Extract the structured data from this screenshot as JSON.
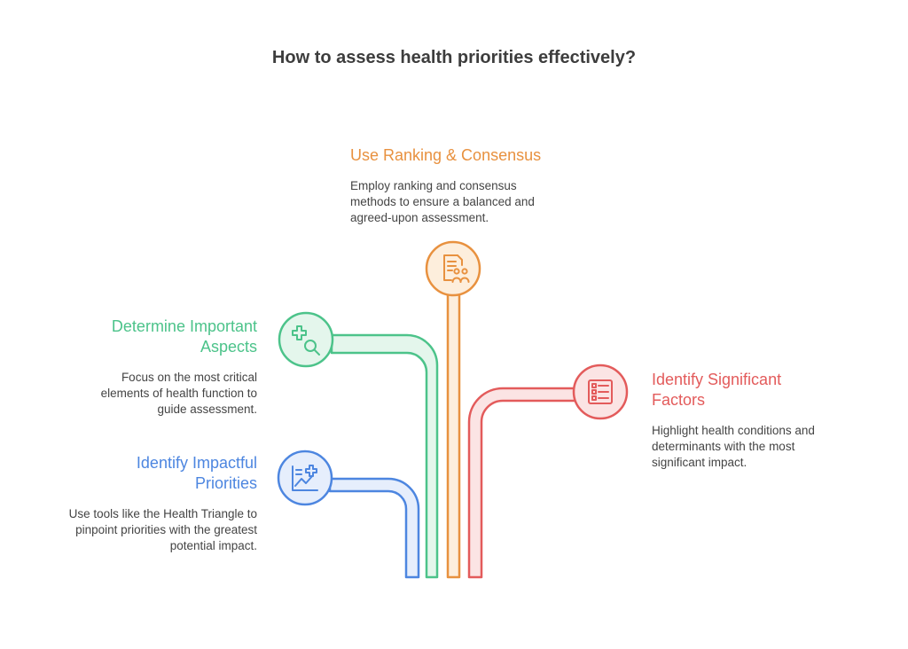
{
  "title": "How to assess health priorities effectively?",
  "colors": {
    "ranking": "#e8913f",
    "aspects": "#4cc38a",
    "factors": "#e35b5b",
    "priorities": "#4d86e0"
  },
  "items": [
    {
      "heading": "Use Ranking & Consensus",
      "description": "Employ ranking and consensus methods to ensure a balanced and agreed-upon assessment.",
      "icon": "document-people-icon"
    },
    {
      "heading": "Determine Important Aspects",
      "description": "Focus on the most critical elements of health function to guide assessment.",
      "icon": "health-search-icon"
    },
    {
      "heading": "Identify Significant Factors",
      "description": "Highlight health conditions and determinants with the most significant impact.",
      "icon": "checklist-icon"
    },
    {
      "heading": "Identify Impactful Priorities",
      "description": "Use tools like the Health Triangle to pinpoint priorities with the greatest potential impact.",
      "icon": "chart-plus-icon"
    }
  ]
}
